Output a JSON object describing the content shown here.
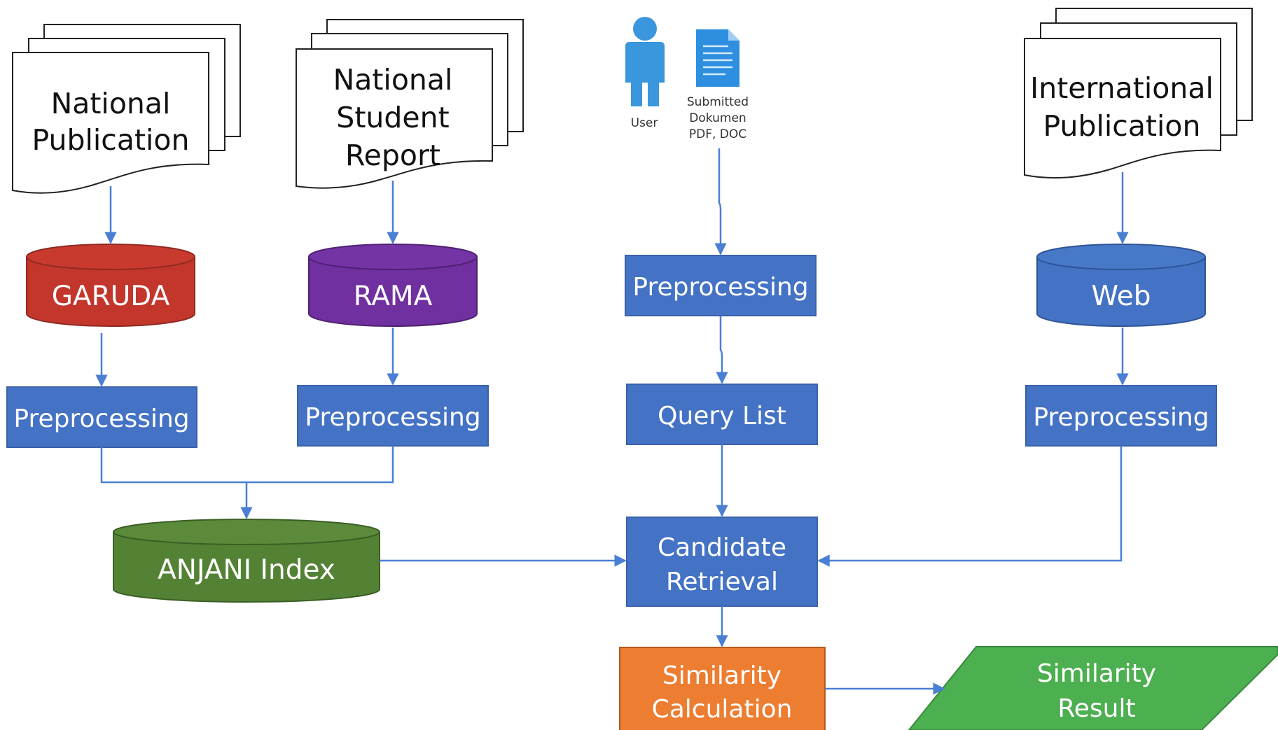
{
  "sources": {
    "national_publication": [
      "National",
      "Publication"
    ],
    "national_student_report": [
      "National",
      "Student",
      "Report"
    ],
    "international_publication": [
      "International",
      "Publication"
    ]
  },
  "user": {
    "label": "User",
    "document_label": [
      "Submitted",
      "Dokumen",
      "PDF, DOC"
    ]
  },
  "databases": {
    "garuda": "GARUDA",
    "rama": "RAMA",
    "web": "Web",
    "anjani": "ANJANI Index"
  },
  "processes": {
    "preprocessing_garuda": "Preprocessing",
    "preprocessing_rama": "Preprocessing",
    "preprocessing_user": "Preprocessing",
    "preprocessing_web": "Preprocessing",
    "query_list": "Query List",
    "candidate_retrieval": [
      "Candidate",
      "Retrieval"
    ],
    "similarity_calculation": [
      "Similarity",
      "Calculation"
    ],
    "similarity_result": [
      "Similarity",
      "Result"
    ]
  },
  "colors": {
    "process_blue": "#4472c4",
    "garuda_red": "#c3362b",
    "rama_purple": "#7030a0",
    "anjani_green": "#548235",
    "web_blue": "#4472c4",
    "calc_orange": "#ed7d31",
    "result_green": "#4caf50",
    "connector": "#4a7fd4",
    "user_icon": "#3a96dd"
  },
  "icons": {
    "user": "person-icon",
    "document": "document-icon"
  }
}
